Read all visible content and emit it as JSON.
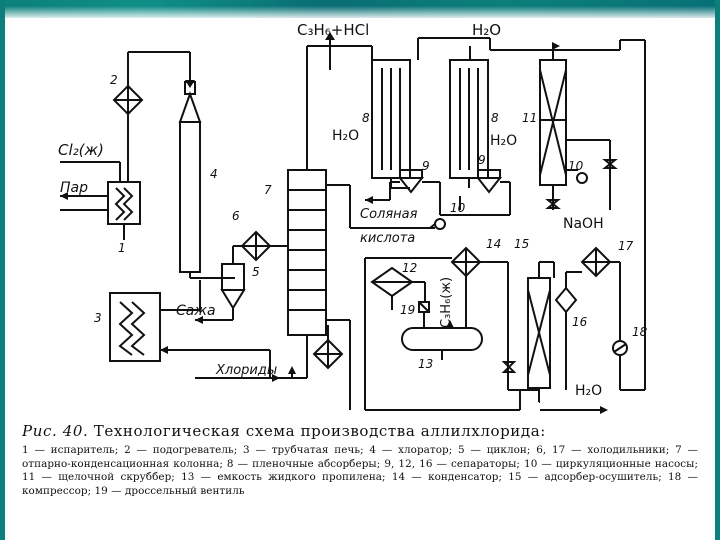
{
  "diagram": {
    "stream_labels": {
      "top_left": "C₃H₆+HCl",
      "top_right": "H₂O",
      "cl2_in": "Cl₂(ж)",
      "steam": "Пар",
      "water_absorber_left": "H₂O",
      "water_absorber_right": "H₂O",
      "hydrochloric_acid": "Соляная кислота",
      "soot": "Сажа",
      "chlorides": "Хлориды",
      "naoh": "NaOH",
      "propylene_liquid": "C₃H₆(ж)",
      "water_out": "H₂O"
    },
    "unit_numbers": [
      "1",
      "2",
      "3",
      "4",
      "5",
      "6",
      "7",
      "8",
      "8",
      "9",
      "9",
      "10",
      "10",
      "11",
      "12",
      "13",
      "14",
      "15",
      "16",
      "17",
      "18",
      "19"
    ]
  },
  "caption": {
    "figure_label": "Рис. 40.",
    "title": "Технологическая схема производства аллилхлорида:"
  },
  "legend": {
    "text": "1 — испаритель; 2 — подогреватель; 3 — трубчатая печь; 4 — хлоратор; 5 — циклон; 6, 17 — холодильники; 7 — отпарно-конденсационная колонна; 8 — пленочные абсорберы; 9, 12, 16 — сепараторы; 10 — циркуляционные насосы; 11 — щелочной скруббер; 13 — емкость жидкого пропилена; 14 — конденсатор; 15 — адсорбер-осушитель; 18 — компрессор; 19 — дроссельный вентиль"
  }
}
